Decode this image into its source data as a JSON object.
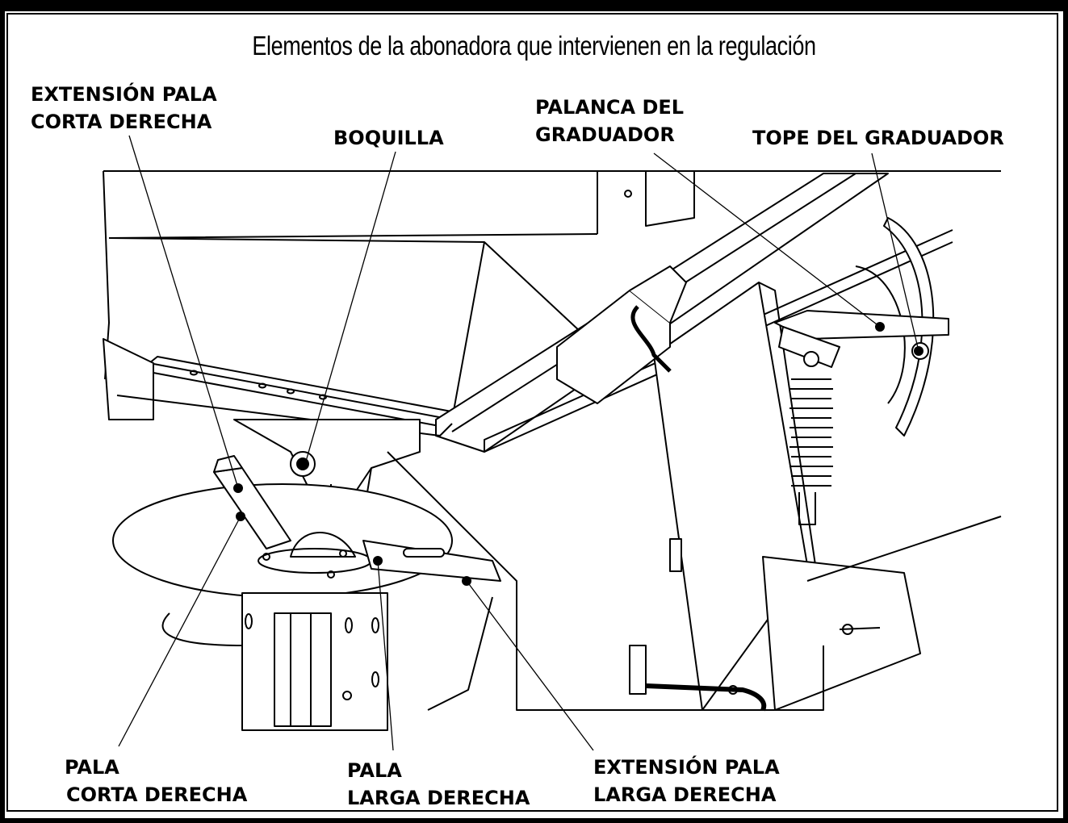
{
  "title": "Elementos de la abonadora que intervienen en la regulación",
  "labels": {
    "extension_pala_corta": [
      "EXTENSIÓN PALA",
      "CORTA DERECHA"
    ],
    "boquilla": "BOQUILLA",
    "palanca_graduador": [
      "PALANCA DEL",
      "GRADUADOR"
    ],
    "tope_graduador": "TOPE DEL GRADUADOR",
    "pala_corta": [
      "PALA",
      "CORTA DERECHA"
    ],
    "pala_larga": [
      "PALA",
      "LARGA DERECHA"
    ],
    "extension_pala_larga": [
      "EXTENSIÓN PALA",
      "LARGA DERECHA"
    ]
  }
}
